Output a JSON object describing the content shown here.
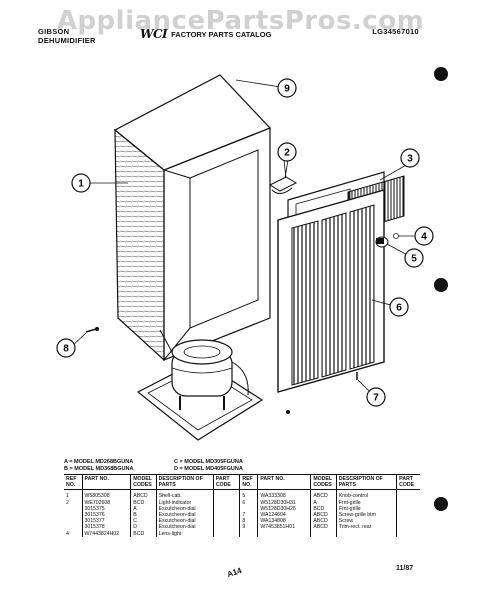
{
  "watermark": "AppliancePartsPros.com",
  "header": {
    "brand_line1": "GIBSON",
    "brand_line2": "DEHUMIDIFIER",
    "logo": "WCI",
    "catalog_title": "FACTORY PARTS CATALOG",
    "catalog_number": "LG34567010"
  },
  "callouts": [
    "1",
    "2",
    "3",
    "4",
    "5",
    "6",
    "7",
    "8",
    "9"
  ],
  "legend": {
    "a": "A = MODEL MD268BGUNA",
    "b": "B = MODEL MD368BGUNA",
    "c": "C = MODEL MD305FGUNA",
    "d": "D = MODEL MD405FGUNA"
  },
  "table": {
    "headers": [
      "REF NO.",
      "PART NO.",
      "MODEL CODES",
      "DESCRIPTION OF PARTS",
      "PART CODE",
      "REF NO.",
      "PART NO.",
      "MODEL CODES",
      "DESCRIPTION OF PARTS",
      "PART CODE"
    ],
    "rows": [
      [
        "1",
        "W5805308",
        "ABCD",
        "Shell-cab.",
        "",
        "5",
        "WA333308",
        "ABCD",
        "Knob-control",
        ""
      ],
      [
        "2",
        "WE702608",
        "BCD",
        "Light-indicator",
        "",
        "6",
        "W5128D30H31",
        "A",
        "Frnt-grille",
        ""
      ],
      [
        "",
        "3015375",
        "A",
        "Escutcheon-dial",
        "",
        "",
        "W5128D30H26",
        "BCD",
        "Frnt-grille",
        ""
      ],
      [
        "",
        "3015376",
        "B",
        "Escutcheon-dial",
        "",
        "7",
        "WA124604",
        "ABCD",
        "Screw-grille btm",
        ""
      ],
      [
        "",
        "3015377",
        "C",
        "Escutcheon-dial",
        "",
        "8",
        "WA134808",
        "ABCD",
        "Screw",
        ""
      ],
      [
        "",
        "3015378",
        "D",
        "Escutcheon-dial",
        "",
        "9",
        "W7453851H01",
        "ABCD",
        "Trim-rect. rear",
        ""
      ],
      [
        "4",
        "W7443824H02",
        "BCD",
        "Lens-light",
        "",
        "",
        "",
        "",
        "",
        ""
      ]
    ]
  },
  "footer": {
    "page_code": "A14",
    "date": "11/87"
  }
}
